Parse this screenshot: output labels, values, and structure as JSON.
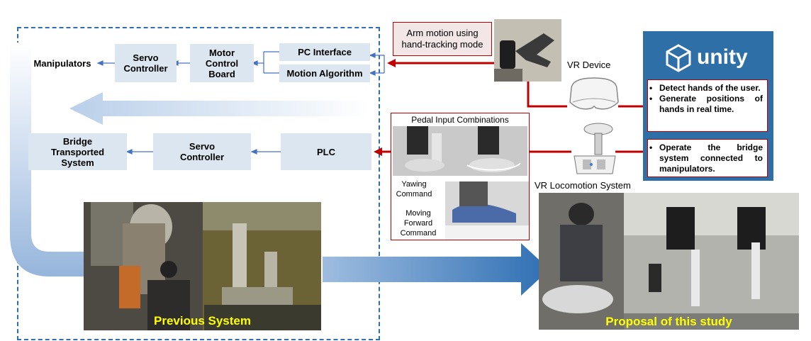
{
  "left_system": {
    "manipulators": "Manipulators",
    "servo_controller_top": "Servo\nController",
    "motor_control_board": "Motor\nControl\nBoard",
    "pc_interface": "PC  Interface",
    "motion_algorithm": "Motion Algorithm",
    "bridge_system": "Bridge\nTransported\nSystem",
    "servo_controller_bottom": "Servo\nController",
    "plc": "PLC",
    "previous_caption": "Previous System"
  },
  "arm_motion": {
    "label": "Arm motion using\nhand-tracking mode"
  },
  "vr": {
    "device_label": "VR Device",
    "locomotion_label": "VR Locomotion System"
  },
  "pedal": {
    "title": "Pedal Input Combinations",
    "yawing": "Yawing\nCommand",
    "moving": "Moving\nForward\nCommand"
  },
  "unity": {
    "logo_text": "unity",
    "bullets_top": [
      "Detect hands of the user.",
      "Generate positions of hands in real time."
    ],
    "bullets_bottom": [
      "Operate the bridge system connected to manipulators."
    ]
  },
  "proposal_caption": "Proposal of this study",
  "colors": {
    "block_fill": "#dce6f1",
    "dashed_border": "#2e6fb3",
    "red_link": "#c00000",
    "unity_blue": "#2e6fa8",
    "caption_yellow": "#ffff00"
  }
}
